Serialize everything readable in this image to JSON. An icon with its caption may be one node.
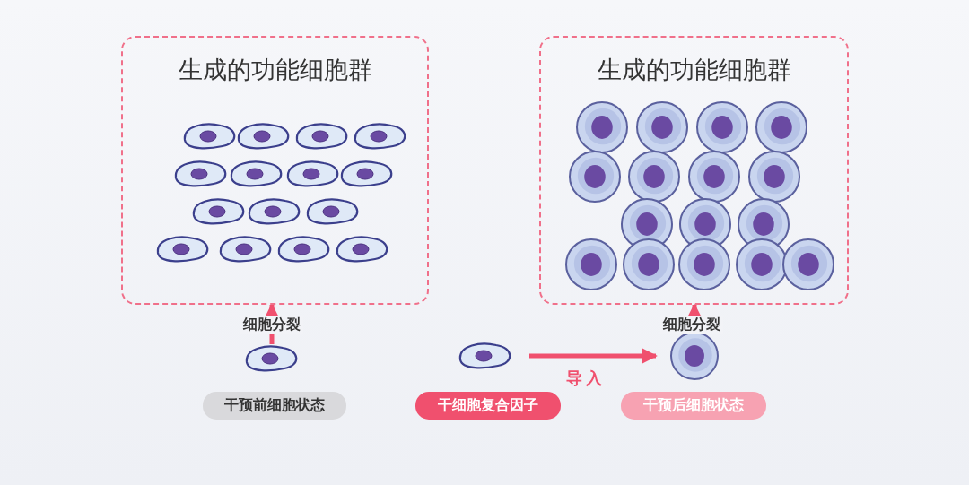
{
  "diagram": {
    "nodes": [
      {
        "text": [
          "生成的功能细胞群"
        ]
      },
      {
        "text": [
          "生成的功能细胞群"
        ]
      },
      {
        "text": [],
        "shape": "picture"
      },
      {
        "text": [],
        "shape": "picture"
      },
      {
        "text": [],
        "shape": "picture"
      },
      {
        "text": [
          "干预前细胞状态"
        ]
      },
      {
        "text": [
          "干细胞复合因子"
        ]
      },
      {
        "text": [
          "干预后细胞状态"
        ]
      }
    ],
    "edges": [
      {
        "from": 2,
        "to": 0,
        "arrow": "to",
        "label": "细胞分裂"
      },
      {
        "from": 3,
        "to": 4,
        "arrow": "to",
        "label": "导入"
      },
      {
        "from": 4,
        "to": 1,
        "arrow": "to",
        "label": "细胞分裂"
      }
    ]
  }
}
